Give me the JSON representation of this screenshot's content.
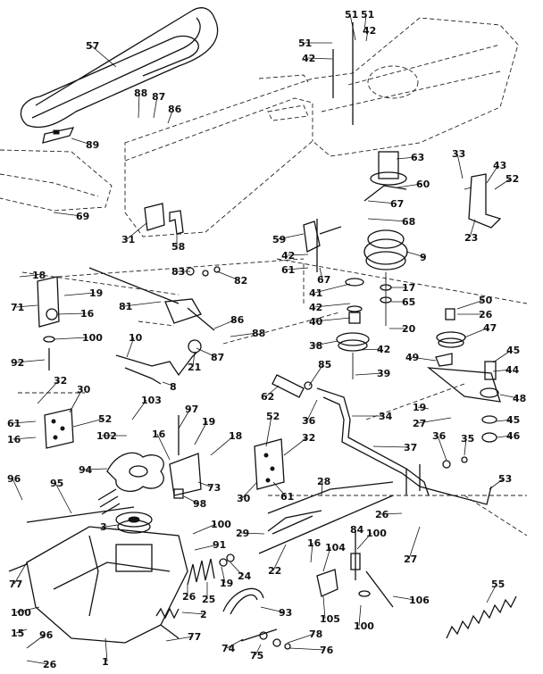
{
  "diagram": {
    "callouts": [
      {
        "id": "c57",
        "label": "57"
      },
      {
        "id": "c88a",
        "label": "88"
      },
      {
        "id": "c87a",
        "label": "87"
      },
      {
        "id": "c86a",
        "label": "86"
      },
      {
        "id": "c89",
        "label": "89"
      },
      {
        "id": "c69",
        "label": "69"
      },
      {
        "id": "c51a",
        "label": "51"
      },
      {
        "id": "c51b",
        "label": "51"
      },
      {
        "id": "c51c",
        "label": "51"
      },
      {
        "id": "c42a",
        "label": "42"
      },
      {
        "id": "c42b",
        "label": "42"
      },
      {
        "id": "c63a",
        "label": "63"
      },
      {
        "id": "c60",
        "label": "60"
      },
      {
        "id": "c67a",
        "label": "67"
      },
      {
        "id": "c68",
        "label": "68"
      },
      {
        "id": "c59",
        "label": "59"
      },
      {
        "id": "c42c",
        "label": "42"
      },
      {
        "id": "c61a",
        "label": "61"
      },
      {
        "id": "c67b",
        "label": "67"
      },
      {
        "id": "c9",
        "label": "9"
      },
      {
        "id": "c33",
        "label": "33"
      },
      {
        "id": "c43",
        "label": "43"
      },
      {
        "id": "c52a",
        "label": "52"
      },
      {
        "id": "c23",
        "label": "23"
      },
      {
        "id": "c31",
        "label": "31"
      },
      {
        "id": "c58",
        "label": "58"
      },
      {
        "id": "c18a",
        "label": "18"
      },
      {
        "id": "c19a",
        "label": "19"
      },
      {
        "id": "c71",
        "label": "71"
      },
      {
        "id": "c16a",
        "label": "16"
      },
      {
        "id": "c100a",
        "label": "100"
      },
      {
        "id": "c92",
        "label": "92"
      },
      {
        "id": "c83",
        "label": "83"
      },
      {
        "id": "c82",
        "label": "82"
      },
      {
        "id": "c81",
        "label": "81"
      },
      {
        "id": "c86b",
        "label": "86"
      },
      {
        "id": "c88b",
        "label": "88"
      },
      {
        "id": "c87b",
        "label": "87"
      },
      {
        "id": "c21",
        "label": "21"
      },
      {
        "id": "c10",
        "label": "10"
      },
      {
        "id": "c8",
        "label": "8"
      },
      {
        "id": "c41",
        "label": "41"
      },
      {
        "id": "c42d",
        "label": "42"
      },
      {
        "id": "c40",
        "label": "40"
      },
      {
        "id": "c38",
        "label": "38"
      },
      {
        "id": "c42e",
        "label": "42"
      },
      {
        "id": "c39",
        "label": "39"
      },
      {
        "id": "c17",
        "label": "17"
      },
      {
        "id": "c65",
        "label": "65"
      },
      {
        "id": "c20",
        "label": "20"
      },
      {
        "id": "c50",
        "label": "50"
      },
      {
        "id": "c26a",
        "label": "26"
      },
      {
        "id": "c47",
        "label": "47"
      },
      {
        "id": "c49",
        "label": "49"
      },
      {
        "id": "c45a",
        "label": "45"
      },
      {
        "id": "c44",
        "label": "44"
      },
      {
        "id": "c48",
        "label": "48"
      },
      {
        "id": "c19b",
        "label": "19"
      },
      {
        "id": "c27a",
        "label": "27"
      },
      {
        "id": "c45b",
        "label": "45"
      },
      {
        "id": "c46",
        "label": "46"
      },
      {
        "id": "c32a",
        "label": "32"
      },
      {
        "id": "c30a",
        "label": "30"
      },
      {
        "id": "c61b",
        "label": "61"
      },
      {
        "id": "c52b",
        "label": "52"
      },
      {
        "id": "c16b",
        "label": "16"
      },
      {
        "id": "c103",
        "label": "103"
      },
      {
        "id": "c102",
        "label": "102"
      },
      {
        "id": "c97",
        "label": "97"
      },
      {
        "id": "c19c",
        "label": "19"
      },
      {
        "id": "c16c",
        "label": "16"
      },
      {
        "id": "c18b",
        "label": "18"
      },
      {
        "id": "c94",
        "label": "94"
      },
      {
        "id": "c73",
        "label": "73"
      },
      {
        "id": "c98",
        "label": "98"
      },
      {
        "id": "c96a",
        "label": "96"
      },
      {
        "id": "c95",
        "label": "95"
      },
      {
        "id": "c3",
        "label": "3"
      },
      {
        "id": "c62",
        "label": "62"
      },
      {
        "id": "c85",
        "label": "85"
      },
      {
        "id": "c36a",
        "label": "36"
      },
      {
        "id": "c34",
        "label": "34"
      },
      {
        "id": "c52c",
        "label": "52"
      },
      {
        "id": "c32b",
        "label": "32"
      },
      {
        "id": "c30b",
        "label": "30"
      },
      {
        "id": "c61c",
        "label": "61"
      },
      {
        "id": "c37",
        "label": "37"
      },
      {
        "id": "c36b",
        "label": "36"
      },
      {
        "id": "c35",
        "label": "35"
      },
      {
        "id": "c28",
        "label": "28"
      },
      {
        "id": "c53",
        "label": "53"
      },
      {
        "id": "c26b",
        "label": "26"
      },
      {
        "id": "c27b",
        "label": "27"
      },
      {
        "id": "c100b",
        "label": "100"
      },
      {
        "id": "c91",
        "label": "91"
      },
      {
        "id": "c29",
        "label": "29"
      },
      {
        "id": "c22",
        "label": "22"
      },
      {
        "id": "c16d",
        "label": "16"
      },
      {
        "id": "c104",
        "label": "104"
      },
      {
        "id": "c84",
        "label": "84"
      },
      {
        "id": "c100c",
        "label": "100"
      },
      {
        "id": "c106",
        "label": "106"
      },
      {
        "id": "c105",
        "label": "105"
      },
      {
        "id": "c100d",
        "label": "100"
      },
      {
        "id": "c55",
        "label": "55"
      },
      {
        "id": "c77a",
        "label": "77"
      },
      {
        "id": "c100e",
        "label": "100"
      },
      {
        "id": "c15",
        "label": "15"
      },
      {
        "id": "c96b",
        "label": "96"
      },
      {
        "id": "c26c",
        "label": "26"
      },
      {
        "id": "c1",
        "label": "1"
      },
      {
        "id": "c2",
        "label": "2"
      },
      {
        "id": "c93",
        "label": "93"
      },
      {
        "id": "c26d",
        "label": "26"
      },
      {
        "id": "c25",
        "label": "25"
      },
      {
        "id": "c19d",
        "label": "19"
      },
      {
        "id": "c24",
        "label": "24"
      },
      {
        "id": "c77b",
        "label": "77"
      },
      {
        "id": "c74",
        "label": "74"
      },
      {
        "id": "c75",
        "label": "75"
      },
      {
        "id": "c78",
        "label": "78"
      },
      {
        "id": "c76",
        "label": "76"
      }
    ]
  }
}
